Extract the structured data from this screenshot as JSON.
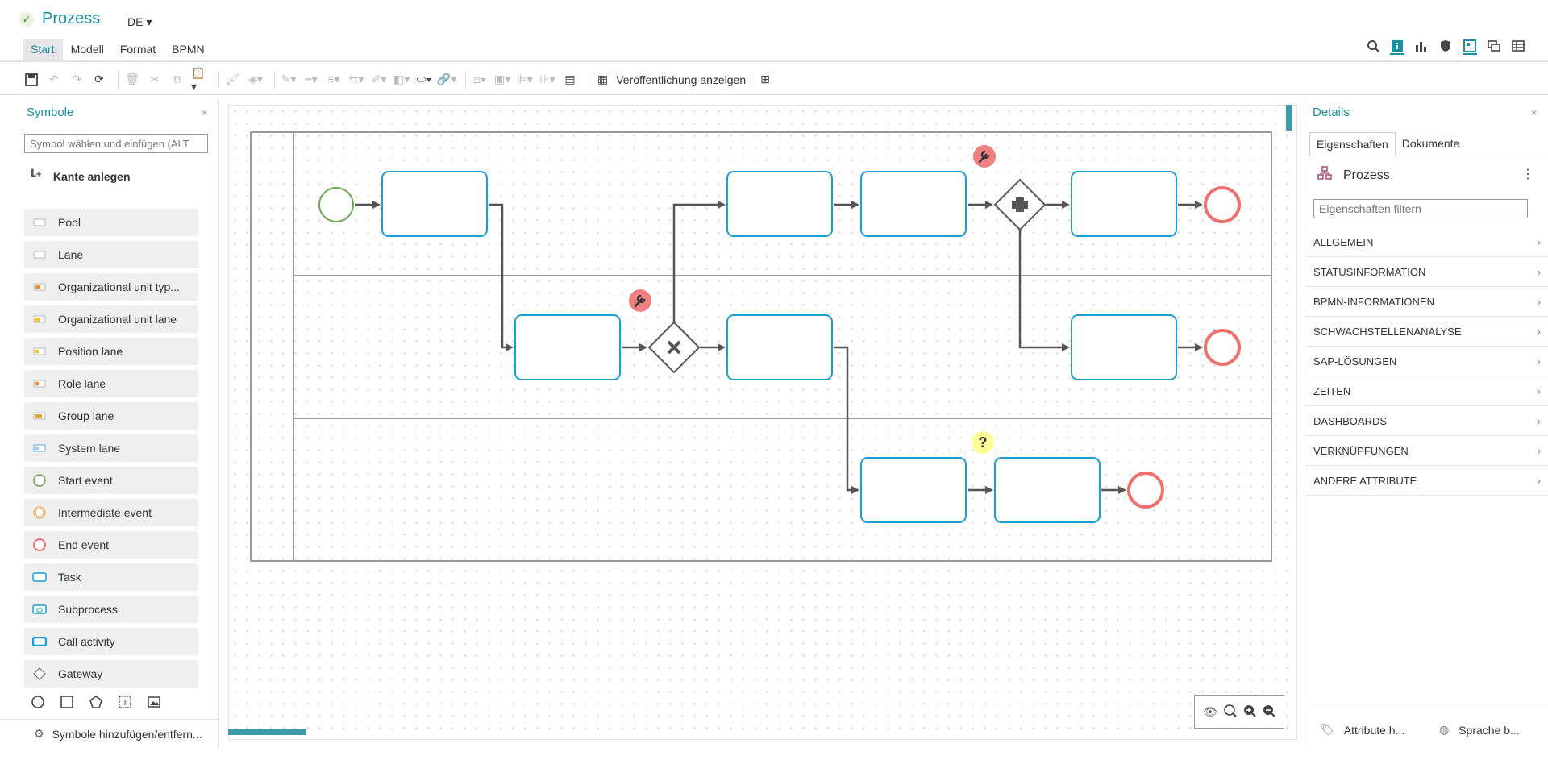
{
  "app": {
    "title": "Prozess",
    "language": "DE"
  },
  "menu_tabs": [
    "Start",
    "Modell",
    "Format",
    "BPMN"
  ],
  "toolbar": {
    "publish_label": "Veröffentlichung anzeigen"
  },
  "left_panel": {
    "title": "Symbole",
    "search_placeholder": "Symbol wählen und einfügen (ALT",
    "create_edge_label": "Kante anlegen",
    "symbols": [
      {
        "label": "Pool",
        "icon": "pool-icon"
      },
      {
        "label": "Lane",
        "icon": "lane-icon"
      },
      {
        "label": "Organizational unit typ...",
        "icon": "org-unit-type-icon"
      },
      {
        "label": "Organizational unit lane",
        "icon": "org-unit-lane-icon"
      },
      {
        "label": "Position lane",
        "icon": "position-lane-icon"
      },
      {
        "label": "Role lane",
        "icon": "role-lane-icon"
      },
      {
        "label": "Group lane",
        "icon": "group-lane-icon"
      },
      {
        "label": "System lane",
        "icon": "system-lane-icon"
      },
      {
        "label": "Start event",
        "icon": "start-event-icon"
      },
      {
        "label": "Intermediate event",
        "icon": "intermediate-event-icon"
      },
      {
        "label": "End event",
        "icon": "end-event-icon"
      },
      {
        "label": "Task",
        "icon": "task-icon"
      },
      {
        "label": "Subprocess",
        "icon": "subprocess-icon"
      },
      {
        "label": "Call activity",
        "icon": "call-activity-icon"
      },
      {
        "label": "Gateway",
        "icon": "gateway-icon"
      }
    ],
    "add_symbols_label": "Symbole hinzufügen/entfern..."
  },
  "right_panel": {
    "title": "Details",
    "tabs": [
      "Eigenschaften",
      "Dokumente"
    ],
    "object_name": "Prozess",
    "filter_placeholder": "Eigenschaften filtern",
    "sections": [
      "ALLGEMEIN",
      "STATUSINFORMATION",
      "BPMN-INFORMATIONEN",
      "SCHWACHSTELLENANALYSE",
      "SAP-LÖSUNGEN",
      "ZEITEN",
      "DASHBOARDS",
      "VERKNÜPFUNGEN",
      "ANDERE ATTRIBUTE"
    ],
    "footer": {
      "attributes_label": "Attribute h...",
      "language_label": "Sprache b..."
    }
  },
  "canvas": {
    "annotation_question": "?"
  },
  "colors": {
    "accent": "#1b8fa3",
    "task_border": "#1a9fd4",
    "start_event": "#6aa84f",
    "end_event": "#f07070",
    "badge_red": "#f08080",
    "badge_yellow": "#ffff99"
  }
}
